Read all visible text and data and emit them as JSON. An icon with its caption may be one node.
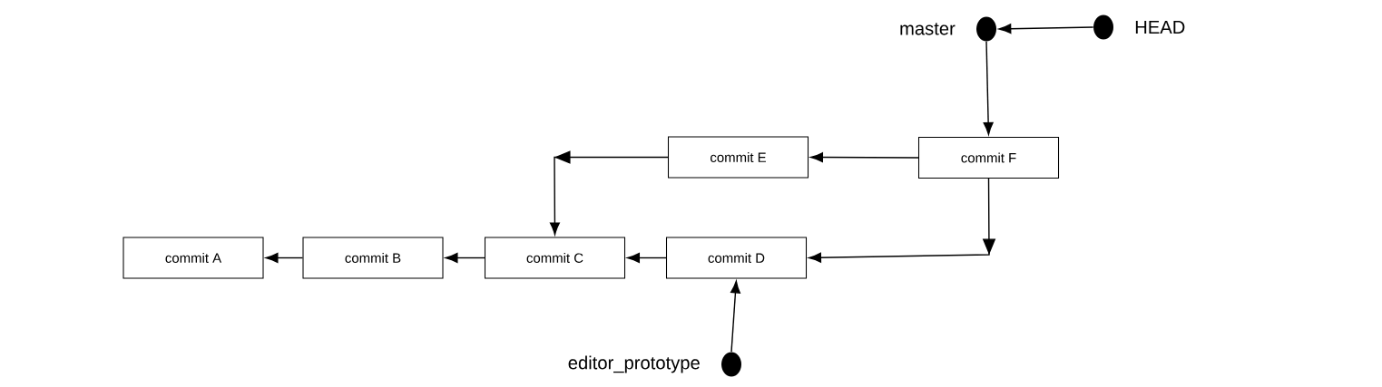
{
  "diagram": {
    "nodes": [
      {
        "text": [
          "master"
        ]
      },
      {
        "text": [
          "HEAD"
        ]
      },
      {
        "text": [
          "commit E"
        ]
      },
      {
        "text": [
          "commit F"
        ]
      },
      {
        "text": [
          "commit A"
        ]
      },
      {
        "text": [
          "commit B"
        ]
      },
      {
        "text": [
          "commit C"
        ]
      },
      {
        "text": [
          "commit D"
        ]
      },
      {
        "text": [
          "editor_prototype"
        ]
      }
    ],
    "edges": [
      {
        "from": 1,
        "to": 0,
        "arrow": "to"
      },
      {
        "from": 0,
        "to": 3,
        "arrow": "to"
      },
      {
        "from": 3,
        "to": 2,
        "arrow": "to"
      },
      {
        "from": 2,
        "to": 6,
        "arrow": "to"
      },
      {
        "from": 3,
        "to": 7,
        "arrow": "to"
      },
      {
        "from": 7,
        "to": 6,
        "arrow": "to"
      },
      {
        "from": 6,
        "to": 5,
        "arrow": "to"
      },
      {
        "from": 5,
        "to": 4,
        "arrow": "to"
      },
      {
        "from": 8,
        "to": 7,
        "arrow": "to"
      }
    ]
  }
}
